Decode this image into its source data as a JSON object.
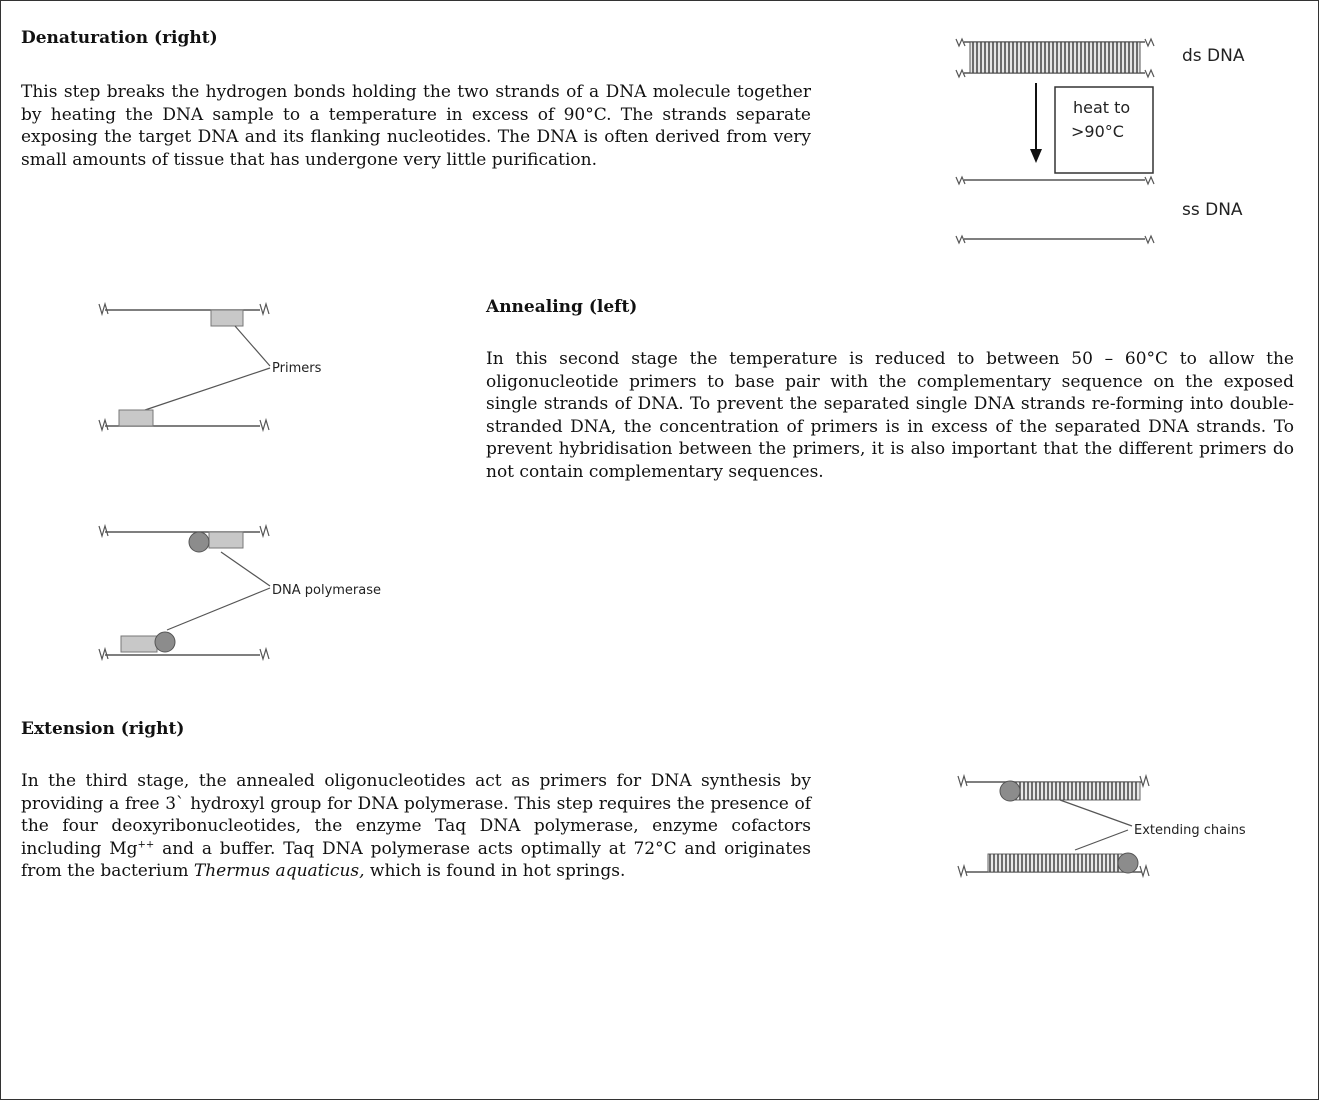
{
  "denaturation": {
    "heading": "Denaturation (right)",
    "paragraph": "This step breaks the hydrogen bonds holding the two strands of a DNA molecule together by heating the DNA sample to a temperature in excess of 90°C. The strands separate exposing the target DNA and its flanking nucleotides. The DNA is often derived from very small amounts of tissue that has undergone very little purification.",
    "diagram": {
      "ds_label": "ds DNA",
      "heat_line1": "heat to",
      "heat_line2": ">90°C",
      "ss_label": "ss DNA"
    }
  },
  "annealing": {
    "heading": "Annealing (left)",
    "paragraph": "In this second stage the temperature is reduced to between 50 – 60°C to allow the oligonucleotide primers to base pair with the complementary sequence on the exposed single strands of DNA. To prevent the separated single DNA strands re-forming into double-stranded DNA, the concentration of primers is in excess of the separated DNA strands. To prevent hybridisation between the primers, it is also important that the different primers do not contain complementary sequences.",
    "diagram_primers_label": "Primers",
    "diagram_polymerase_label": "DNA polymerase"
  },
  "extension": {
    "heading": "Extension (right)",
    "para_part1": "In the third stage, the annealed oligonucleotides act as primers for DNA synthesis by providing a free 3` hydroxyl group for DNA polymerase. This step requires the presence of the four deoxyribonucleotides, the enzyme Taq DNA polymerase, enzyme cofactors including Mg",
    "mg_superscript": "++",
    "para_part2": " and a buffer. Taq DNA polymerase acts optimally at 72°C and originates from the bacterium ",
    "organism": "Thermus aquaticus,",
    "para_part3": " which is found in hot springs.",
    "diagram_label": "Extending chains"
  },
  "colors": {
    "text": "#111111",
    "diagram_line": "#555555",
    "primer_fill": "#bdbdbd",
    "polymerase_fill": "#8c8c8c",
    "border": "#333333"
  }
}
